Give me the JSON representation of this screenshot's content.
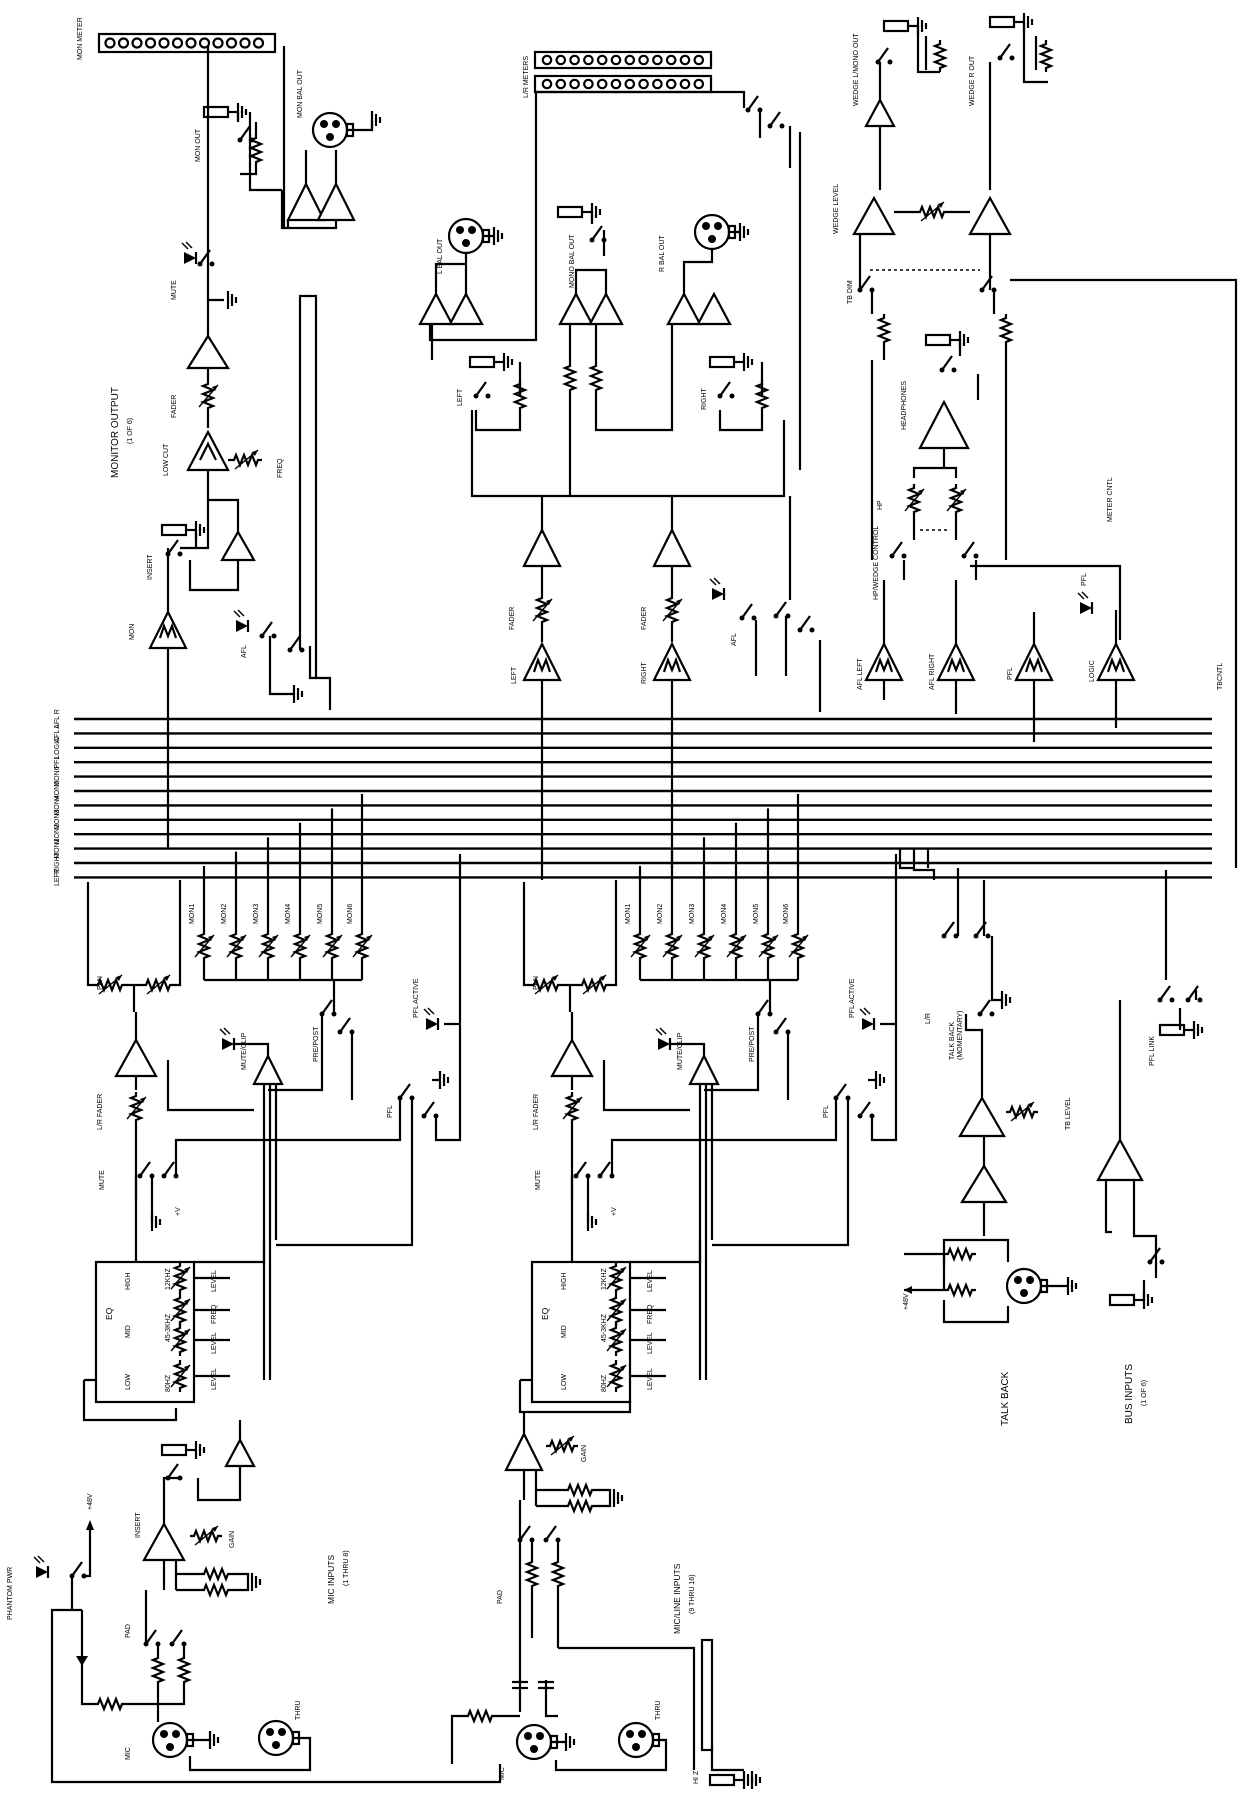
{
  "meters": {
    "mon": "MON METER",
    "lr": "L/R METERS"
  },
  "busses": [
    "AFL R",
    "AFL L",
    "LOGIC",
    "PFL",
    "MON6",
    "MON5",
    "MON4",
    "MON3",
    "MON2",
    "MON1",
    "RIGHT",
    "LEFT"
  ],
  "mon_sends": [
    "MON1",
    "MON2",
    "MON3",
    "MON4",
    "MON5",
    "MON6"
  ],
  "monitor_section": {
    "title": "MONITOR OUTPUT",
    "sub": "(1 OF 6)",
    "mon_out": "MON OUT",
    "mon_bal_out": "MON BAL OUT",
    "mute": "MUTE",
    "fader": "FADER",
    "low_cut": "LOW CUT",
    "freq": "FREQ",
    "insert": "INSERT",
    "afl": "AFL",
    "mon": "MON"
  },
  "master_section": {
    "l_bal_out": "L BAL OUT",
    "mono_bal_out": "MONO BAL OUT",
    "r_bal_out": "R BAL OUT",
    "left": "LEFT",
    "right": "RIGHT",
    "fader_l": "FADER",
    "fader_r": "FADER",
    "afl": "AFL"
  },
  "wedge_section": {
    "wedge_l_mono_out": "WEDGE L/MONO OUT",
    "wedge_r_out": "WEDGE R OUT",
    "wedge_level": "WEDGE LEVEL",
    "tb_dim": "TB DIM",
    "headphones": "HEADPHONES",
    "hp": "HP",
    "hp_wedge_control": "HP/WEDGE CONTROL",
    "meter_cntl": "METER CNTL",
    "afl_left": "AFL LEFT",
    "afl_right": "AFL RIGHT",
    "pfl": "PFL",
    "logic": "LOGIC",
    "tbcntl": "TBCNTL"
  },
  "channel_1": {
    "pan": "PAN",
    "fader": "L/R FADER",
    "mute_clip": "MUTE/CLIP",
    "pre_post": "PRE/POST",
    "pfl": "PFL",
    "pfl_active": "PFL ACTIVE",
    "mute": "MUTE",
    "plus_v": "+V",
    "eq": "EQ",
    "eq_bands": [
      "HIGH",
      "MID",
      "LOW"
    ],
    "eq_freqs": [
      "12KHZ",
      "45-3KHZ",
      "80HZ"
    ],
    "eq_ctrl": [
      "LEVEL",
      "FREQ",
      "LEVEL",
      "LEVEL"
    ],
    "insert": "INSERT",
    "gain": "GAIN",
    "pad": "PAD",
    "plus48": "+48V",
    "phantom": "PHANTOM PWR",
    "mic": "MIC",
    "thru": "THRU",
    "title": "MIC INPUTS",
    "sub": "(1 THRU 8)"
  },
  "channel_2": {
    "pan": "PAN",
    "fader": "L/R FADER",
    "mute_clip": "MUTE/CLIP",
    "pre_post": "PRE/POST",
    "pfl": "PFL",
    "pfl_active": "PFL ACTIVE",
    "mute": "MUTE",
    "plus_v": "+V",
    "eq": "EQ",
    "eq_bands": [
      "HIGH",
      "MID",
      "LOW"
    ],
    "eq_freqs": [
      "12KHZ",
      "45-3KHZ",
      "80HZ"
    ],
    "eq_ctrl": [
      "LEVEL",
      "FREQ",
      "LEVEL",
      "LEVEL"
    ],
    "gain": "GAIN",
    "pad": "PAD",
    "mic": "MIC",
    "thru": "THRU",
    "hiz": "HI Z",
    "title": "MIC/LINE INPUTS",
    "sub": "(9 THRU 16)"
  },
  "talkback": {
    "title": "TALK BACK",
    "lr": "L/R",
    "talk_back": "TALK BACK",
    "momentary": "(MOMENTARY)",
    "tb_level": "TB LEVEL",
    "plus48": "+48V"
  },
  "bus_inputs": {
    "title": "BUS INPUTS",
    "sub": "(1 OF 6)",
    "pfl_link": "PFL LINK"
  }
}
